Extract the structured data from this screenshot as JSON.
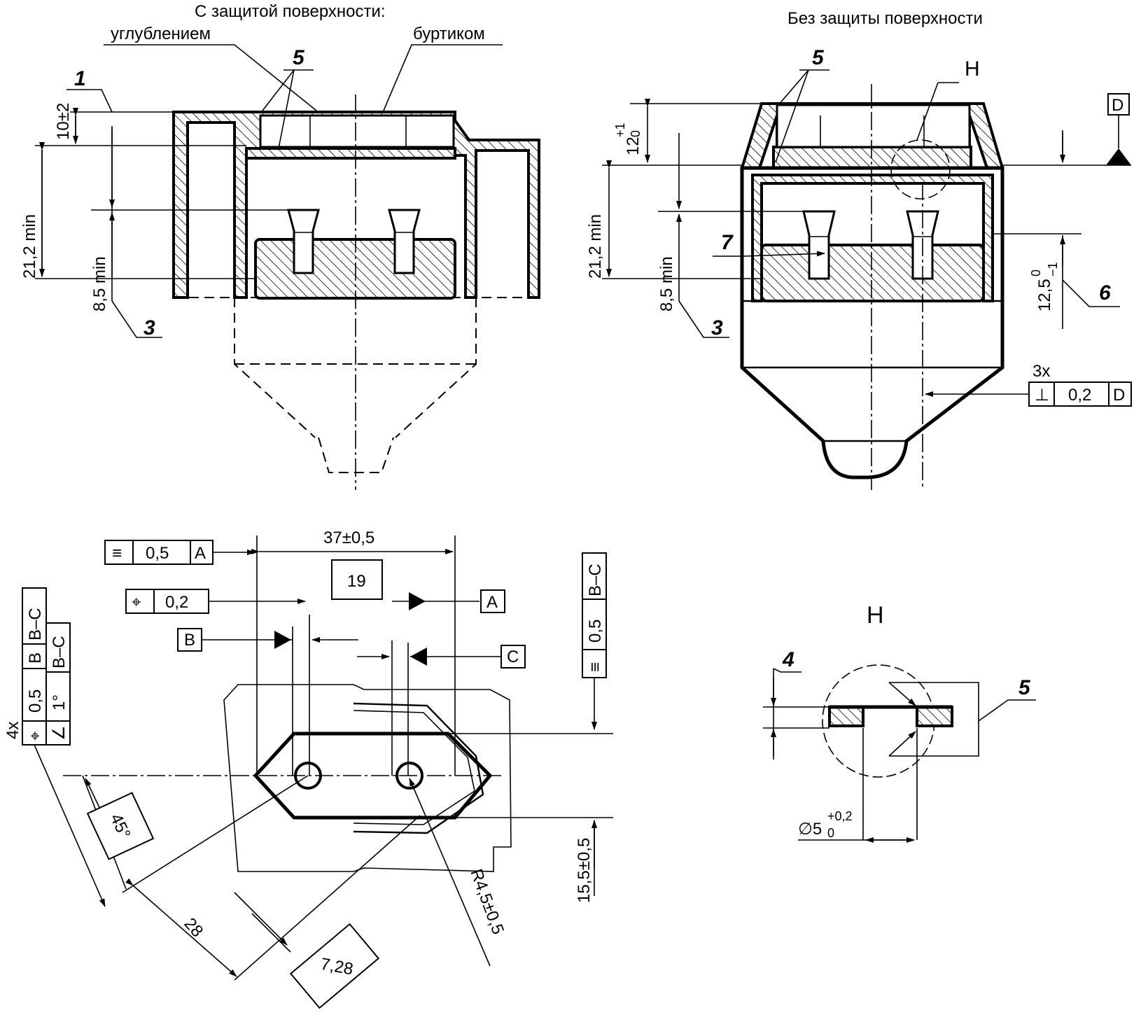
{
  "view_left": {
    "title": "С защитой поверхности:",
    "label_recess": "углублением",
    "label_collar": "буртиком",
    "callouts": {
      "c1": "1",
      "c5": "5",
      "c3": "3"
    },
    "dims": {
      "d_top": "10±2",
      "d_height": "21,2 min",
      "d_pin": "8,5 min"
    }
  },
  "view_right": {
    "title": "Без защиты поверхности",
    "callouts": {
      "c5": "5",
      "c7": "7",
      "c3": "3",
      "c6": "6"
    },
    "detail_ref": "H",
    "datum": "D",
    "dims": {
      "d_top_base": "12",
      "d_top_sup": "+1",
      "d_top_sub": "0",
      "d_height": "21,2 min",
      "d_pin": "8,5 min",
      "d_depth_base": "12,5",
      "d_depth_sup": "0",
      "d_depth_sub": "−1"
    },
    "tolerance": {
      "count": "3x",
      "symbol": "⊥",
      "value": "0,2",
      "datum": "D"
    }
  },
  "plan_view": {
    "dim_spacing": "37±0,5",
    "dim_basic": "19",
    "dim_width": "15,5±0,5",
    "dim_radius": "R4,5±0,5",
    "dim_length": "28",
    "dim_offset": "7,28",
    "dim_angle": "45°",
    "datums": {
      "a": "A",
      "b": "B",
      "c": "C"
    },
    "fcf_symmetry": {
      "symbol": "≡",
      "value": "0,5",
      "datum": "A"
    },
    "fcf_position": {
      "symbol": "⌖",
      "value": "0,2"
    },
    "fcf_vertical": {
      "symbol": "≡",
      "value": "0,5",
      "datum": "B–C"
    },
    "fcf_left": {
      "count": "4x",
      "pos_symbol": "⌖",
      "pos_value": "0,5",
      "pos_datum1": "B",
      "pos_datum2": "B–C",
      "ang_symbol": "∠",
      "ang_value": "1°",
      "ang_datum": "B–C"
    }
  },
  "detail_h": {
    "title": "H",
    "callouts": {
      "c4": "4",
      "c5": "5"
    },
    "dim_dia_base": "∅5",
    "dim_dia_sup": "+0,2",
    "dim_dia_sub": "0"
  }
}
